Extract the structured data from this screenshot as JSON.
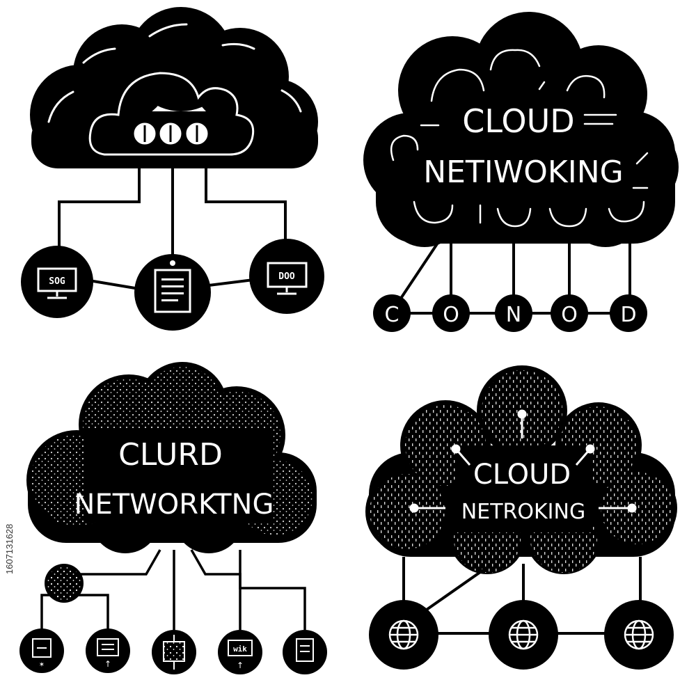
{
  "colors": {
    "ink": "#000000",
    "paper": "#ffffff"
  },
  "panel1": {
    "screen_left": "SOG",
    "screen_right": "DOO",
    "icons": [
      "cloud-icon",
      "monitor-icon",
      "document-icon"
    ]
  },
  "panel2": {
    "title_line1": "CLOUD",
    "title_line2": "NETIWOKING",
    "nodes": [
      "C",
      "O",
      "N",
      "O",
      "D"
    ]
  },
  "panel3": {
    "title_line1": "CLURD",
    "title_line2": "NETWORKTNG",
    "node_label_4": "wik"
  },
  "panel4": {
    "title_line1": "CLOUD",
    "title_line2": "NETROKING",
    "icons": [
      "globe-icon",
      "globe-icon",
      "globe-icon"
    ]
  },
  "stock_id": "1607131628"
}
